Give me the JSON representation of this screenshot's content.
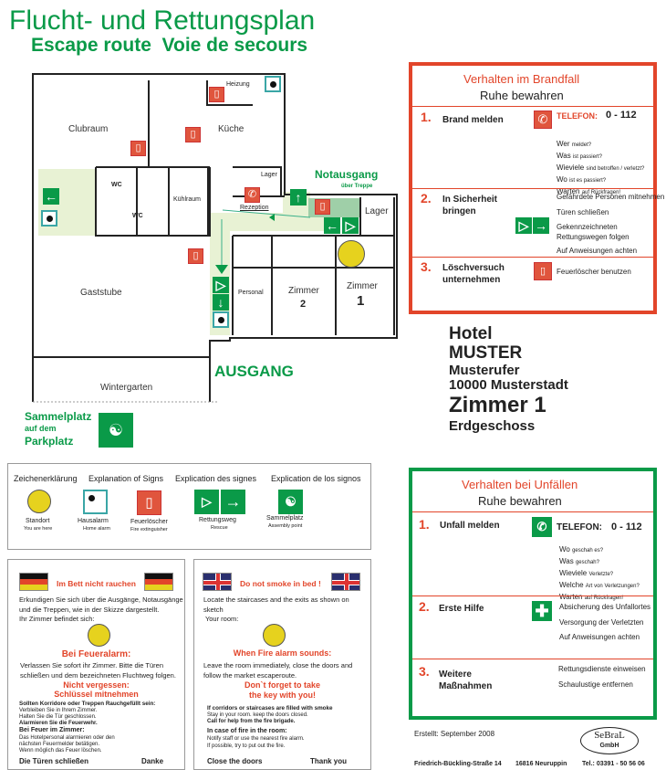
{
  "title": "Flucht- und Rettungsplan",
  "subtitle": "Escape route  Voie de secours",
  "plan": {
    "rooms": {
      "clubraum": "Clubraum",
      "kueche": "Küche",
      "heizung": "Heizung",
      "lager1": "Lager",
      "kuehlraum": "Kühlraum",
      "wc1": "WC",
      "wc2": "WC",
      "rezeption": "Rezeption",
      "gaststube": "Gaststube",
      "personal": "Personal",
      "zimmer2": "Zimmer",
      "zimmer2_num": "2",
      "zimmer1": "Zimmer",
      "zimmer1_num": "1",
      "lager2": "Lager",
      "wintergarten": "Wintergarten"
    },
    "notausgang": "Notausgang",
    "ueber_treppe": "über Treppe",
    "ausgang": "AUSGANG",
    "sammelplatz": "Sammelplatz",
    "auf_dem": "auf dem",
    "parkplatz": "Parkplatz"
  },
  "hotel": {
    "name1": "Hotel",
    "name2": "MUSTER",
    "street": "Musterufer",
    "city": "10000 Musterstadt",
    "room": "Zimmer 1",
    "floor": "Erdgeschoss"
  },
  "fire": {
    "title": "Verhalten im Brandfall",
    "subtitle": "Ruhe bewahren",
    "s1": {
      "num": "1.",
      "head": "Brand melden",
      "tel_label": "TELEFON:",
      "tel": "0 - 112",
      "q": [
        [
          "Wer",
          "meldet?"
        ],
        [
          "Was",
          "ist passiert?"
        ],
        [
          "Wieviele",
          "sind betroffen / verletzt?"
        ],
        [
          "Wo",
          "ist es passiert?"
        ],
        [
          "Warten",
          "auf Rückfragen!"
        ]
      ]
    },
    "s2": {
      "num": "2.",
      "head1": "In Sicherheit",
      "head2": "bringen",
      "t1": "Gefährdete Personen mitnehmen",
      "t2": "Türen schließen",
      "t3a": "Gekennzeichneten",
      "t3b": "Rettungswegen  folgen",
      "t4": "Auf Anweisungen achten"
    },
    "s3": {
      "num": "3.",
      "head1": "Löschversuch",
      "head2": "unternehmen",
      "t1": "Feuerlöscher benutzen"
    }
  },
  "accident": {
    "title": "Verhalten bei Unfällen",
    "subtitle": "Ruhe bewahren",
    "s1": {
      "num": "1.",
      "head": "Unfall melden",
      "tel_label": "TELEFON:",
      "tel": "0 - 112",
      "q": [
        [
          "Wo",
          "geschah es?"
        ],
        [
          "Was",
          "geschah?"
        ],
        [
          "Wieviele",
          "Verletzte?"
        ],
        [
          "Welche",
          "Art von Verletzungen?"
        ],
        [
          "Warten",
          "auf Rückfragen!"
        ]
      ]
    },
    "s2": {
      "num": "2.",
      "head": "Erste Hilfe",
      "t1": "Absicherung des Unfallortes",
      "t2": "Versorgung der Verletzten",
      "t3": "Auf Anweisungen achten"
    },
    "s3": {
      "num": "3.",
      "head1": "Weitere",
      "head2": "Maßnahmen",
      "t1": "Rettungsdienste einweisen",
      "t2": "Schaulustige entfernen"
    }
  },
  "footer": {
    "created": "Erstellt: September 2008",
    "logo1": "SeBraL",
    "logo2": "GmbH",
    "street": "Friedrich-Bückling-Straße 14",
    "city": "16816 Neuruppin",
    "tel": "Tel.: 03391 - 50 56 06"
  },
  "legend": {
    "headings": [
      "Zeichenerklärung",
      "Explanation of Signs",
      "Explication des signes",
      "Explication de los signos"
    ],
    "items": [
      {
        "de": "Standort",
        "en": "You are here"
      },
      {
        "de": "Hausalarm",
        "en": "Home alarm"
      },
      {
        "de": "Feuerlöscher",
        "en": "Fire extinguisher"
      },
      {
        "de": "Rettungsweg",
        "en": "Rescue"
      },
      {
        "de": "Sammelplatz",
        "en": "Assembly point"
      }
    ]
  },
  "de_card": {
    "title": "Im Bett nicht rauchen",
    "p1": [
      "Erkundigen Sie sich über die Ausgänge, Notausgänge",
      "und die Treppen, wie in der Skizze dargestellt.",
      "Ihr Zimmer befindet sich:"
    ],
    "alarm": "Bei Feueralarm:",
    "p2": [
      "Verlassen Sie sofort ihr Zimmer. Bitte die Türen",
      "schließen und dem bezeichneten Fluchtweg folgen."
    ],
    "remember1": "Nicht vergessen:",
    "remember2": "Schlüssel mitnehmen",
    "smoke_head": "Sollten Korridore oder Treppen Rauchgefüllt sein:",
    "smoke1": "Verbleiben Sie in Ihrem Zimmer.",
    "smoke2": "Halten Sie die Tür geschlossen.",
    "smoke3": "Alarmieren Sie die Feuerwehr.",
    "fire_head": "Bei Feuer im Zimmer:",
    "fire1": "Das Hotelpersonal alarmieren oder den",
    "fire2": "nächsten Feuermelder betätigen.",
    "fire3": "Wenn möglich das Feuer löschen.",
    "close": "Die Türen schließen",
    "thanks": "Danke"
  },
  "en_card": {
    "title": "Do not smoke in bed !",
    "p1": [
      "Locate the staircases and the exits as shown on",
      "sketch",
      " Your room:"
    ],
    "alarm": "When Fire alarm sounds:",
    "p2": [
      "Leave the room immediately, close the doors and",
      "follow the market escaperoute."
    ],
    "remember1": "Don`t forget to take",
    "remember2": "the key with you!",
    "smoke_head": "If corridors or staircases are filled with smoke",
    "smoke1": "Stay in your room. keep the doors closed.",
    "smoke2": "Call for help from the fire brigade.",
    "fire_head": "In case of fire in the room:",
    "fire1": "Notify staff or use the nearest fire alarm.",
    "fire2": "If possible, try to put out the fire.",
    "close": "Close the doors",
    "thanks": "Thank you"
  },
  "colors": {
    "green": "#0a9a48",
    "red": "#e2452a",
    "yellow": "#e6d21e",
    "corridor": "#e8f2d4"
  }
}
